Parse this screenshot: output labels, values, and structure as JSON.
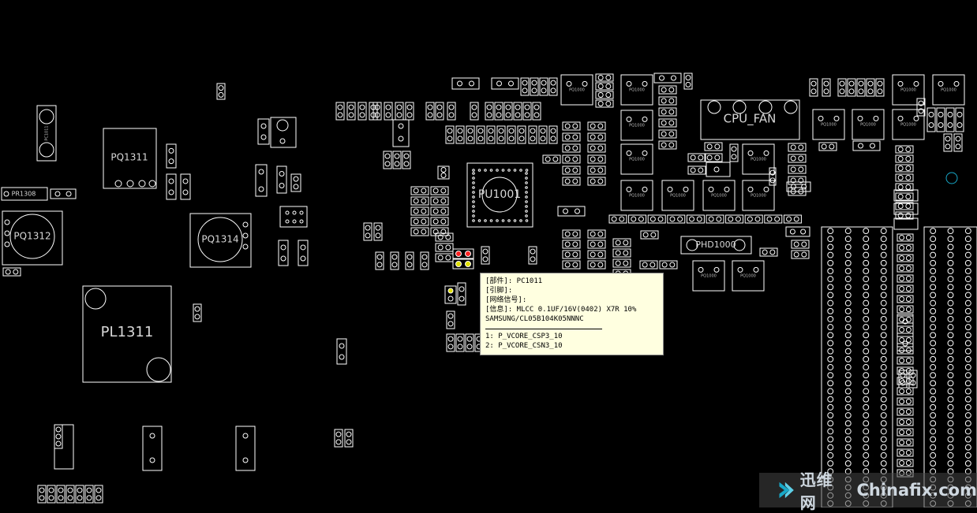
{
  "viewer": {
    "background": "#000000",
    "outline_color": "#ffffff",
    "pad_color": "#ffffff",
    "selected_pad_color": "#ff2020",
    "highlight_pad_color": "#e0e000"
  },
  "components": [
    {
      "id": "PQ1311",
      "label": "PQ1311"
    },
    {
      "id": "PQ1312",
      "label": "PQ1312"
    },
    {
      "id": "PQ1314",
      "label": "PQ1314"
    },
    {
      "id": "PL1311",
      "label": "PL1311"
    },
    {
      "id": "PU1001",
      "label": "PU1001"
    },
    {
      "id": "CPU_FAN",
      "label": "CPU_FAN"
    },
    {
      "id": "PR1308",
      "label": "PR1308"
    },
    {
      "id": "PHD1000",
      "label": "PHD1000"
    }
  ],
  "tooltip": {
    "part": "[部件]: PC1011",
    "pin": "[引脚]:",
    "net": "[网络信号]:",
    "info": "[信息]: MLCC 0.1UF/16V(0402) X7R 10%",
    "info2": "SAMSUNG/CL05B104K05NNNC",
    "pins": [
      "1: P_VCORE_CSP3_10",
      "2: P_VCORE_CSN3_10"
    ]
  },
  "watermark": {
    "cn": "迅维网",
    "en": "Chinafix.com"
  }
}
